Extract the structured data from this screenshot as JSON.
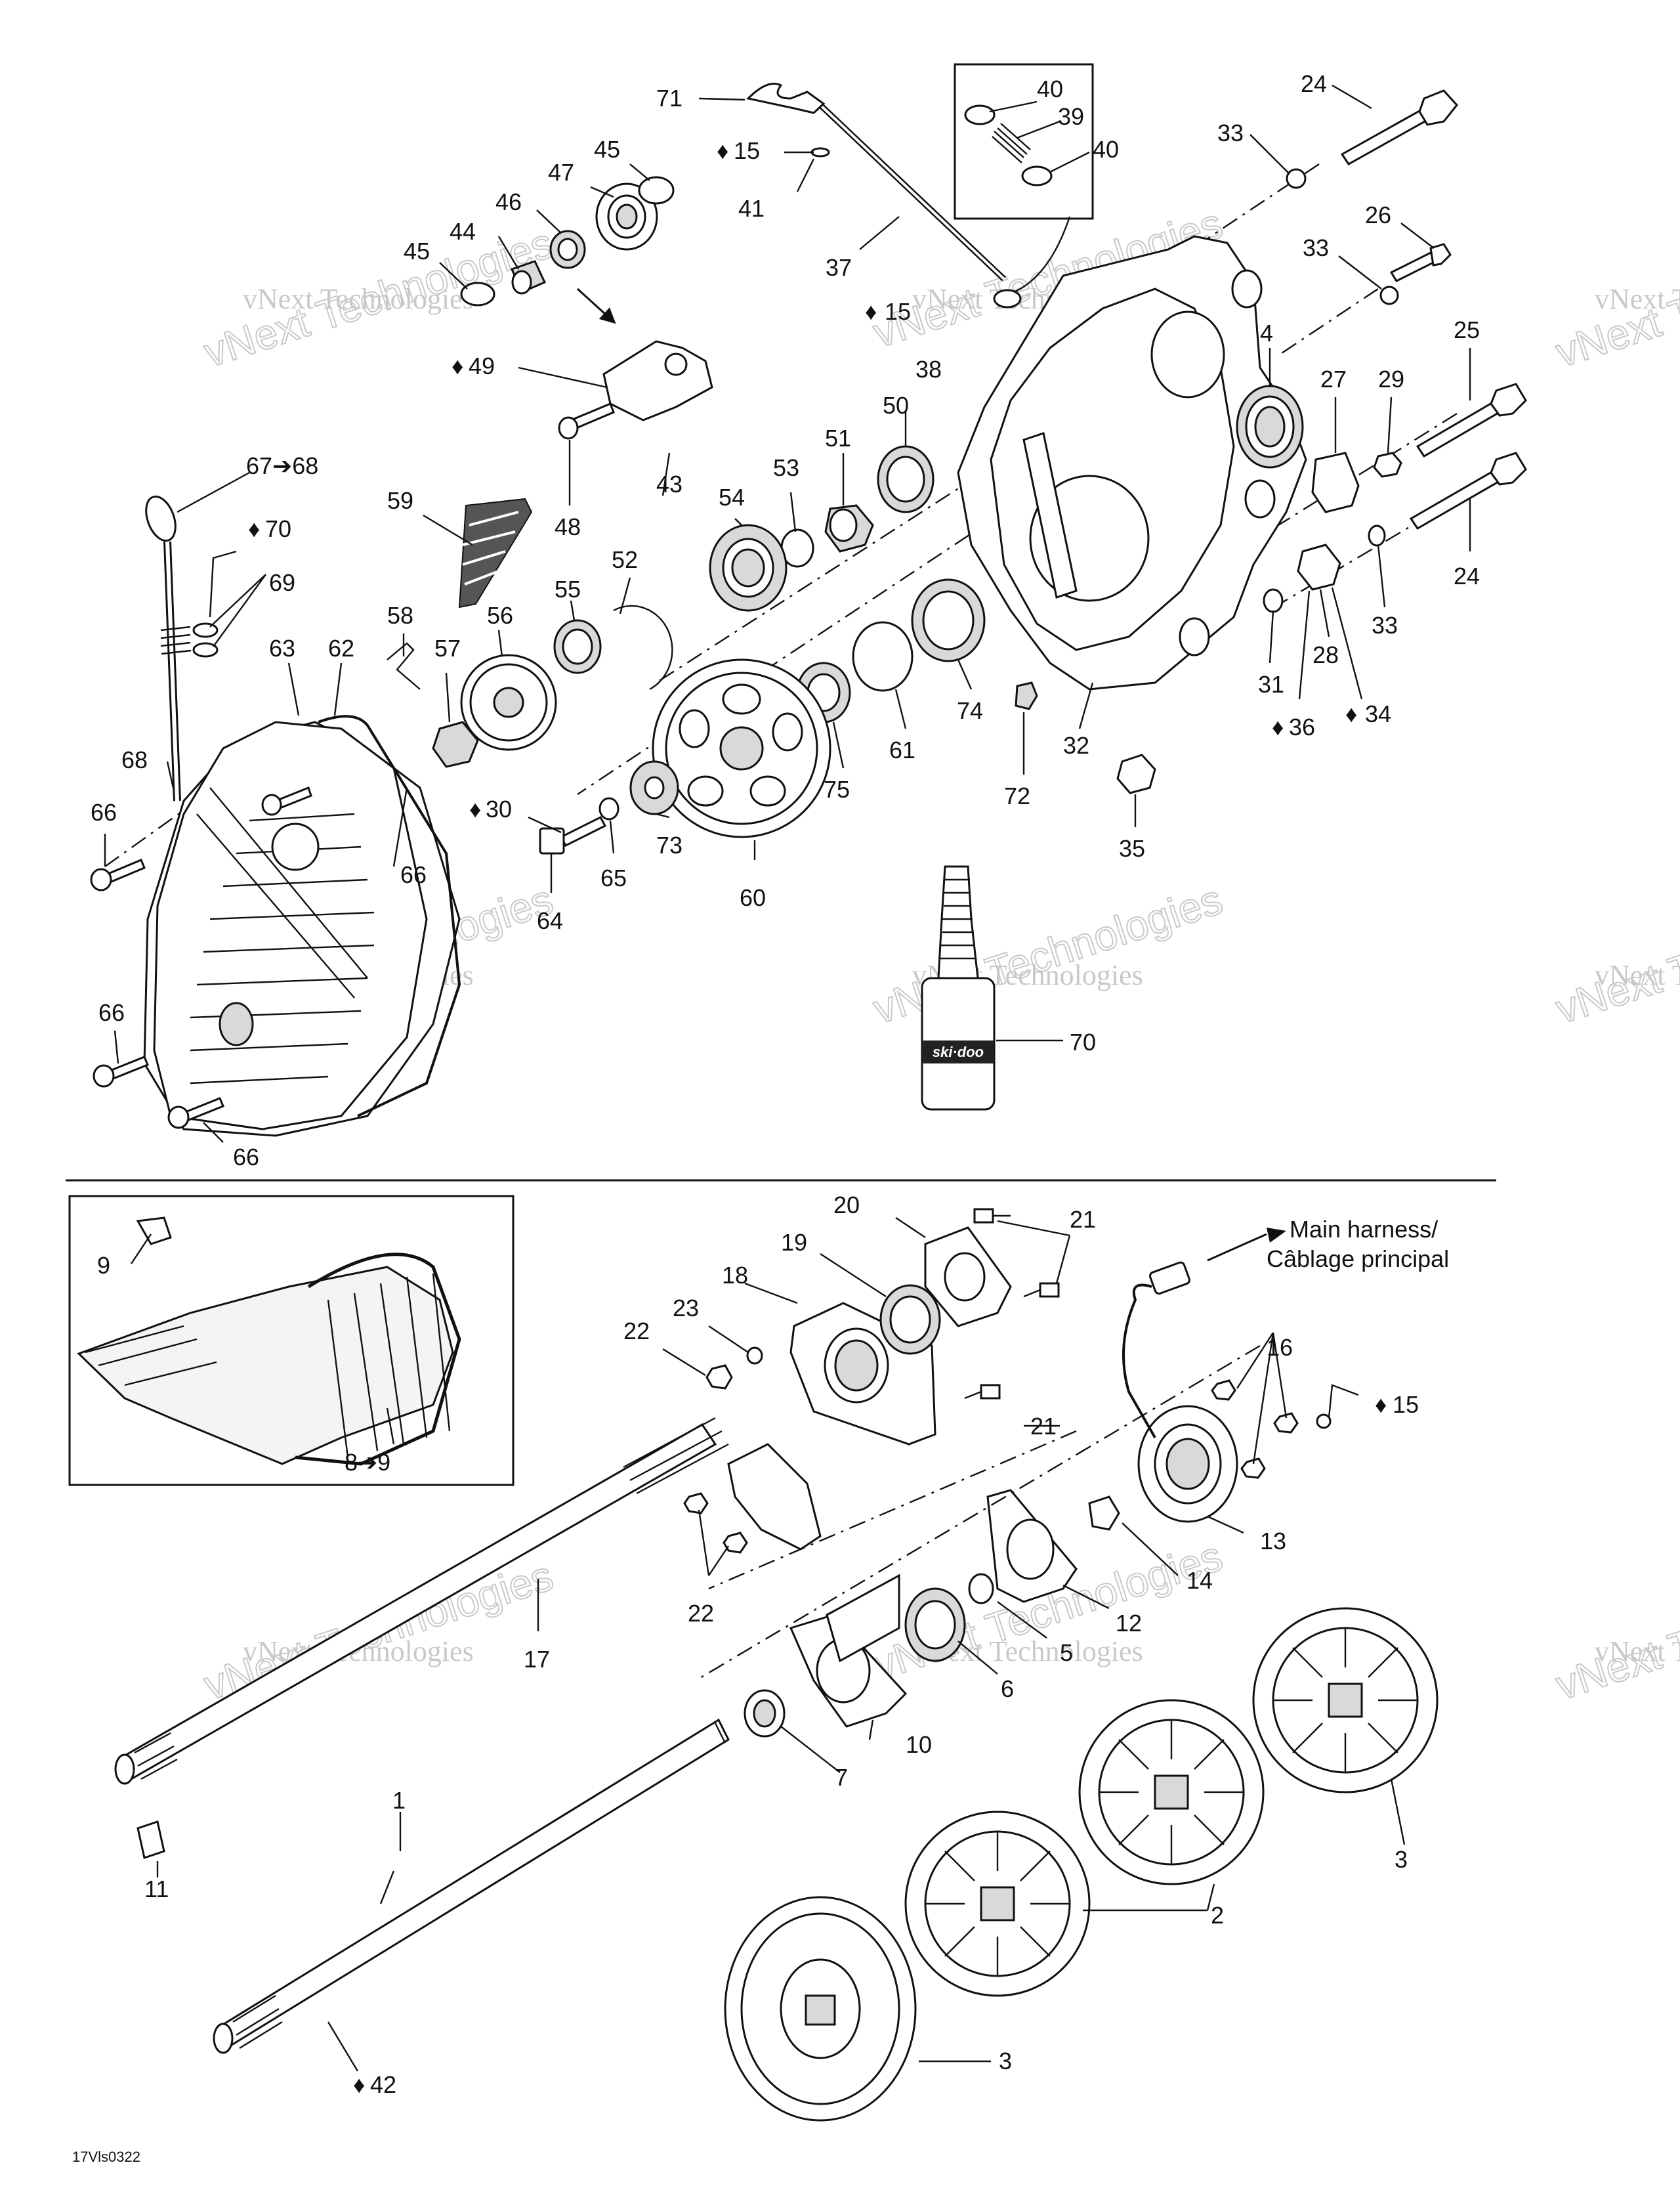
{
  "labels": {
    "l1": "1",
    "l2": "2",
    "l3a": "3",
    "l3b": "3",
    "l4": "4",
    "l5": "5",
    "l6": "6",
    "l7": "7",
    "l8": "8➔9",
    "l9": "9",
    "l10": "10",
    "l11": "11",
    "l12": "12",
    "l13": "13",
    "l14": "14",
    "l15a": "15",
    "l15b": "15",
    "l15c": "15",
    "l16": "16",
    "l17": "17",
    "l18": "18",
    "l19": "19",
    "l20": "20",
    "l21a": "21",
    "l21b": "21",
    "l22a": "22",
    "l22b": "22",
    "l23": "23",
    "l24a": "24",
    "l24b": "24",
    "l25": "25",
    "l26": "26",
    "l27": "27",
    "l28": "28",
    "l29": "29",
    "l30": "30",
    "l31": "31",
    "l32": "32",
    "l33a": "33",
    "l33b": "33",
    "l33c": "33",
    "l34": "34",
    "l35": "35",
    "l36": "36",
    "l37": "37",
    "l38": "38",
    "l39": "39",
    "l40a": "40",
    "l40b": "40",
    "l41": "41",
    "l42": "42",
    "l43": "43",
    "l44": "44",
    "l45a": "45",
    "l45b": "45",
    "l46": "46",
    "l47": "47",
    "l48": "48",
    "l49": "49",
    "l50": "50",
    "l51": "51",
    "l52": "52",
    "l53": "53",
    "l54": "54",
    "l55": "55",
    "l56": "56",
    "l57": "57",
    "l58": "58",
    "l59": "59",
    "l60": "60",
    "l61": "61",
    "l62": "62",
    "l63": "63",
    "l64": "64",
    "l65": "65",
    "l66a": "66",
    "l66b": "66",
    "l66c": "66",
    "l66d": "66",
    "l67": "67➔68",
    "l68": "68",
    "l69": "69",
    "l70a": "70",
    "l70b": "70",
    "l71": "71",
    "l72": "72",
    "l73": "73",
    "l74": "74",
    "l75": "75"
  },
  "harness_label_line1": "Main harness/",
  "harness_label_line2": "Câblage principal",
  "bottle_brand": "ski·doo",
  "watermark_text": "vNext Technologies",
  "figure_code": "17Vls0322"
}
